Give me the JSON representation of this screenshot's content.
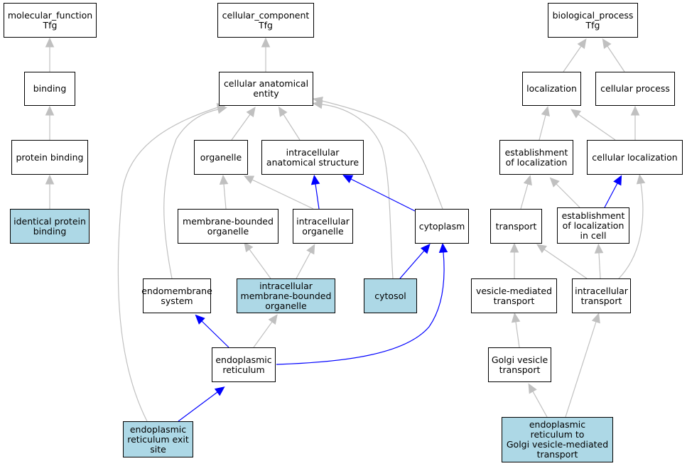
{
  "nodes": {
    "mf": {
      "label": "molecular_function\nTfg",
      "highlighted": false
    },
    "cc": {
      "label": "cellular_component\nTfg",
      "highlighted": false
    },
    "bp": {
      "label": "biological_process\nTfg",
      "highlighted": false
    },
    "binding": {
      "label": "binding",
      "highlighted": false
    },
    "protein_binding": {
      "label": "protein binding",
      "highlighted": false
    },
    "identical_protein_binding": {
      "label": "identical protein\nbinding",
      "highlighted": true
    },
    "cellular_anatomical_entity": {
      "label": "cellular anatomical\nentity",
      "highlighted": false
    },
    "organelle": {
      "label": "organelle",
      "highlighted": false
    },
    "intracellular_anatomical_structure": {
      "label": "intracellular\nanatomical structure",
      "highlighted": false
    },
    "membrane_bounded_organelle": {
      "label": "membrane-bounded\norganelle",
      "highlighted": false
    },
    "intracellular_organelle": {
      "label": "intracellular\norganelle",
      "highlighted": false
    },
    "cytoplasm": {
      "label": "cytoplasm",
      "highlighted": false
    },
    "endomembrane_system": {
      "label": "endomembrane\nsystem",
      "highlighted": false
    },
    "intracellular_membrane_bounded_organelle": {
      "label": "intracellular\nmembrane-bounded\norganelle",
      "highlighted": true
    },
    "cytosol": {
      "label": "cytosol",
      "highlighted": true
    },
    "endoplasmic_reticulum": {
      "label": "endoplasmic\nreticulum",
      "highlighted": false
    },
    "er_exit_site": {
      "label": "endoplasmic\nreticulum exit\nsite",
      "highlighted": true
    },
    "localization": {
      "label": "localization",
      "highlighted": false
    },
    "cellular_process": {
      "label": "cellular process",
      "highlighted": false
    },
    "establishment_of_localization": {
      "label": "establishment\nof localization",
      "highlighted": false
    },
    "cellular_localization": {
      "label": "cellular localization",
      "highlighted": false
    },
    "transport": {
      "label": "transport",
      "highlighted": false
    },
    "establishment_of_localization_in_cell": {
      "label": "establishment\nof localization\nin cell",
      "highlighted": false
    },
    "vesicle_mediated_transport": {
      "label": "vesicle-mediated\ntransport",
      "highlighted": false
    },
    "intracellular_transport": {
      "label": "intracellular\ntransport",
      "highlighted": false
    },
    "golgi_vesicle_transport": {
      "label": "Golgi vesicle\ntransport",
      "highlighted": false
    },
    "er_to_golgi_transport": {
      "label": "endoplasmic\nreticulum to\nGolgi vesicle-mediated\ntransport",
      "highlighted": true
    }
  },
  "edges": [
    {
      "from": "binding",
      "to": "mf",
      "type": "is_a"
    },
    {
      "from": "protein_binding",
      "to": "binding",
      "type": "is_a"
    },
    {
      "from": "identical_protein_binding",
      "to": "protein_binding",
      "type": "is_a"
    },
    {
      "from": "cellular_anatomical_entity",
      "to": "cc",
      "type": "is_a"
    },
    {
      "from": "organelle",
      "to": "cellular_anatomical_entity",
      "type": "is_a"
    },
    {
      "from": "intracellular_anatomical_structure",
      "to": "cellular_anatomical_entity",
      "type": "is_a"
    },
    {
      "from": "endomembrane_system",
      "to": "cellular_anatomical_entity",
      "type": "is_a"
    },
    {
      "from": "er_exit_site",
      "to": "cellular_anatomical_entity",
      "type": "is_a"
    },
    {
      "from": "cytosol",
      "to": "cellular_anatomical_entity",
      "type": "is_a"
    },
    {
      "from": "cytoplasm",
      "to": "cellular_anatomical_entity",
      "type": "is_a"
    },
    {
      "from": "membrane_bounded_organelle",
      "to": "organelle",
      "type": "is_a"
    },
    {
      "from": "intracellular_organelle",
      "to": "organelle",
      "type": "is_a"
    },
    {
      "from": "intracellular_organelle",
      "to": "intracellular_anatomical_structure",
      "type": "part_of"
    },
    {
      "from": "cytoplasm",
      "to": "intracellular_anatomical_structure",
      "type": "part_of"
    },
    {
      "from": "intracellular_membrane_bounded_organelle",
      "to": "membrane_bounded_organelle",
      "type": "is_a"
    },
    {
      "from": "intracellular_membrane_bounded_organelle",
      "to": "intracellular_organelle",
      "type": "is_a"
    },
    {
      "from": "cytosol",
      "to": "cytoplasm",
      "type": "part_of"
    },
    {
      "from": "endoplasmic_reticulum",
      "to": "endomembrane_system",
      "type": "part_of"
    },
    {
      "from": "endoplasmic_reticulum",
      "to": "intracellular_membrane_bounded_organelle",
      "type": "is_a"
    },
    {
      "from": "endoplasmic_reticulum",
      "to": "cytoplasm",
      "type": "part_of"
    },
    {
      "from": "er_exit_site",
      "to": "endoplasmic_reticulum",
      "type": "part_of"
    },
    {
      "from": "localization",
      "to": "bp",
      "type": "is_a"
    },
    {
      "from": "cellular_process",
      "to": "bp",
      "type": "is_a"
    },
    {
      "from": "establishment_of_localization",
      "to": "localization",
      "type": "is_a"
    },
    {
      "from": "cellular_localization",
      "to": "localization",
      "type": "is_a"
    },
    {
      "from": "cellular_localization",
      "to": "cellular_process",
      "type": "is_a"
    },
    {
      "from": "transport",
      "to": "establishment_of_localization",
      "type": "is_a"
    },
    {
      "from": "establishment_of_localization_in_cell",
      "to": "establishment_of_localization",
      "type": "is_a"
    },
    {
      "from": "establishment_of_localization_in_cell",
      "to": "cellular_localization",
      "type": "part_of"
    },
    {
      "from": "vesicle_mediated_transport",
      "to": "transport",
      "type": "is_a"
    },
    {
      "from": "intracellular_transport",
      "to": "transport",
      "type": "is_a"
    },
    {
      "from": "intracellular_transport",
      "to": "establishment_of_localization_in_cell",
      "type": "is_a"
    },
    {
      "from": "intracellular_transport",
      "to": "cellular_localization",
      "type": "is_a"
    },
    {
      "from": "golgi_vesicle_transport",
      "to": "vesicle_mediated_transport",
      "type": "is_a"
    },
    {
      "from": "er_to_golgi_transport",
      "to": "golgi_vesicle_transport",
      "type": "is_a"
    },
    {
      "from": "er_to_golgi_transport",
      "to": "intracellular_transport",
      "type": "is_a"
    }
  ],
  "colors": {
    "is_a": "#c0c0c0",
    "part_of": "#0000ff",
    "highlight": "#add8e6",
    "border": "#000000"
  }
}
